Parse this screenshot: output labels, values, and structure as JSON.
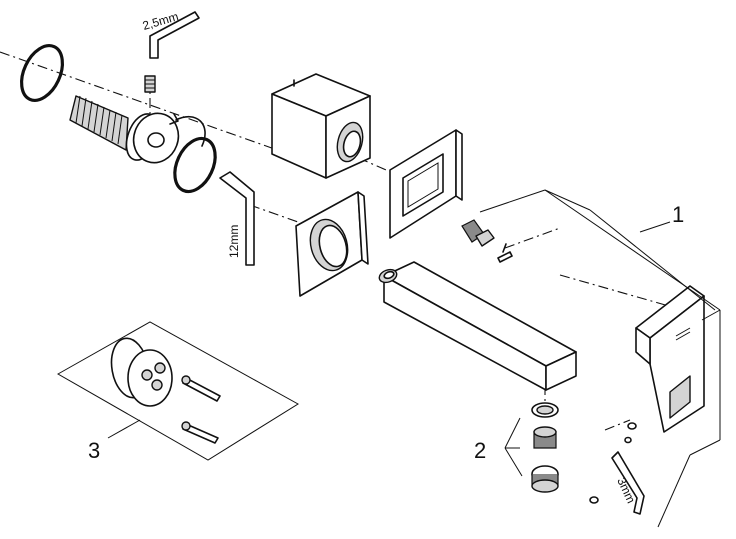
{
  "callouts": {
    "one": "1",
    "two": "2",
    "three": "3"
  },
  "dimensions": {
    "hex_small": "2,5mm",
    "hex_large": "12mm",
    "hex_medium": "3mm"
  }
}
